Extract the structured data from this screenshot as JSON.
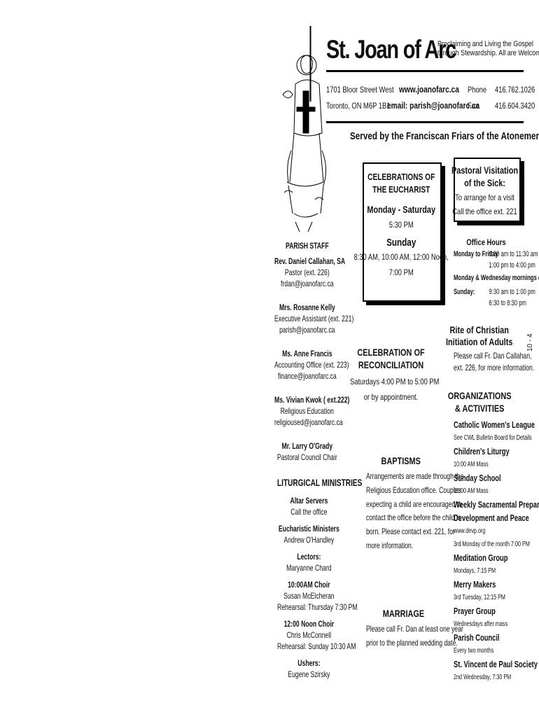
{
  "header": {
    "title": "St. Joan of Arc",
    "tagline_line1": "Proclaiming and Living the Gospel",
    "tagline_line2": "through Stewardship. All are Welcome.",
    "address_line1": "1701 Bloor Street West",
    "address_line2": "Toronto, ON M6P 1B1",
    "website": "www.joanofarc.ca",
    "email": "email: parish@joanofarc.ca",
    "phone_label": "Phone",
    "phone": "416.762.1026",
    "fax_label": "Fax",
    "fax": "416.604.3420",
    "served_by": "Served by the Franciscan Friars of the Atonement"
  },
  "side_number": "10 - 4",
  "eucharist": {
    "title1": "CELEBRATIONS OF",
    "title2": "THE EUCHARIST",
    "weekday_label": "Monday - Saturday",
    "weekday_time": "5:30 PM",
    "sunday_label": "Sunday",
    "sunday_times1": "8:30 AM, 10:00 AM, 12:00 Noon,",
    "sunday_times2": "7:00 PM"
  },
  "pastoral": {
    "title1": "Pastoral Visitation",
    "title2": "of the Sick:",
    "line1": "To arrange for a visit",
    "line2": "Call the office ext. 221"
  },
  "office_hours": {
    "title": "Office Hours",
    "row1_label": "Monday to Friday",
    "row1_time1": "9:30 am to 11:30 am",
    "row1_time2": "1:00 pm to 4:00 pm",
    "closed_note": "Monday & Wednesday mornings closed.",
    "sunday_label": "Sunday:",
    "sunday_time1": "9:30 am to 1:00 pm",
    "sunday_time2": "6:30 to 8:30 pm"
  },
  "staff": {
    "heading": "PARISH STAFF",
    "members": [
      {
        "name": "Rev. Daniel Callahan, SA",
        "role": "Pastor (ext. 226)",
        "email": "frdan@joanofarc.ca"
      },
      {
        "name": "Mrs. Rosanne Kelly",
        "role": "Executive Assistant (ext. 221)",
        "email": "parish@joanofarc.ca"
      },
      {
        "name": "Ms. Anne Francis",
        "role": "Accounting Office (ext. 223)",
        "email": "finance@joanofarc.ca"
      },
      {
        "name": "Ms. Vivian Kwok  ( ext.222)",
        "role": "Religious Education",
        "email": "religioused@joanofarc.ca"
      },
      {
        "name": "Mr. Larry O'Grady",
        "role": "Pastoral Council Chair",
        "email": ""
      }
    ]
  },
  "liturgical": {
    "heading": "LITURGICAL MINISTRIES",
    "items": [
      {
        "name": "Altar Servers",
        "line1": "Call the office",
        "line2": ""
      },
      {
        "name": "Eucharistic Ministers",
        "line1": "Andrew O'Handley",
        "line2": ""
      },
      {
        "name": "Lectors:",
        "line1": "Maryanne Chard",
        "line2": ""
      },
      {
        "name": "10:00AM Choir",
        "line1": "Susan McElcheran",
        "line2": "Rehearsal: Thursday 7:30 PM"
      },
      {
        "name": "12:00 Noon Choir",
        "line1": "Chris McConnell",
        "line2": "Rehearsal: Sunday 10:30 AM"
      },
      {
        "name": "Ushers:",
        "line1": "Eugene Szirsky",
        "line2": ""
      }
    ]
  },
  "reconciliation": {
    "title1": "CELEBRATION OF",
    "title2": "RECONCILIATION",
    "line1": "Saturdays 4:00 PM  to 5:00 PM",
    "line2": "or by appointment."
  },
  "baptisms": {
    "title": "BAPTISMS",
    "lines": [
      "Arrangements are made through the",
      "Religious Education office.  Couples",
      "expecting a child are encouraged to",
      "contact the office before the child is",
      "born. Please contact ext. 221, for",
      "more information."
    ]
  },
  "marriage": {
    "title": "MARRIAGE",
    "line1": "Please call Fr. Dan at least one year",
    "line2": "prior to the planned wedding date."
  },
  "rcia": {
    "title1": "Rite of Christian",
    "title2": "Initiation of Adults",
    "line1": "Please call Fr. Dan Callahan,",
    "line2": "ext. 226, for more information."
  },
  "organizations": {
    "title1": "ORGANIZATIONS",
    "title2": "& ACTIVITIES",
    "items": [
      {
        "name": "Catholic Women's League",
        "lines": [
          "See CWL Bulletin Board for Details"
        ]
      },
      {
        "name": "Children's Liturgy",
        "lines": [
          "10:00 AM Mass"
        ]
      },
      {
        "name": "Sunday School",
        "lines": [
          "10:00 AM Mass"
        ]
      },
      {
        "name": "Weekly Sacramental Preparation",
        "lines": []
      },
      {
        "name": "Development and Peace",
        "lines": [
          "www.devp.org",
          "3rd Monday of the month 7:00 PM"
        ]
      },
      {
        "name": "Meditation Group",
        "lines": [
          "Mondays, 7:15 PM"
        ]
      },
      {
        "name": "Merry Makers",
        "lines": [
          "3rd Tuesday, 12:15 PM"
        ]
      },
      {
        "name": "Prayer Group",
        "lines": [
          "Wednesdays after mass"
        ]
      },
      {
        "name": "Parish Council",
        "lines": [
          "Every two months"
        ]
      },
      {
        "name": "St. Vincent de Paul Society",
        "lines": [
          "2nd Wednesday, 7:30 PM"
        ]
      }
    ]
  }
}
